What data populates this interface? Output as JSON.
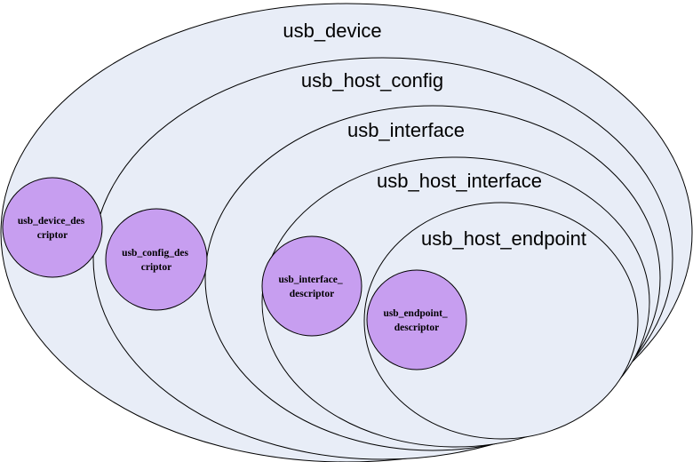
{
  "colors": {
    "ellipse_fill": "#e8edf7",
    "circle_fill": "#c79ef0",
    "stroke": "#000000",
    "background": "#ffffff"
  },
  "containers": {
    "usb_device": "usb_device",
    "usb_host_config": "usb_host_config",
    "usb_interface": "usb_interface",
    "usb_host_interface": "usb_host_interface",
    "usb_host_endpoint": "usb_host_endpoint"
  },
  "descriptors": {
    "device": [
      "usb_device_des",
      "criptor"
    ],
    "config": [
      "usb_config_des",
      "criptor"
    ],
    "interface": [
      "usb_interface_",
      "descriptor"
    ],
    "endpoint": [
      "usb_endpoint_",
      "descriptor"
    ]
  }
}
